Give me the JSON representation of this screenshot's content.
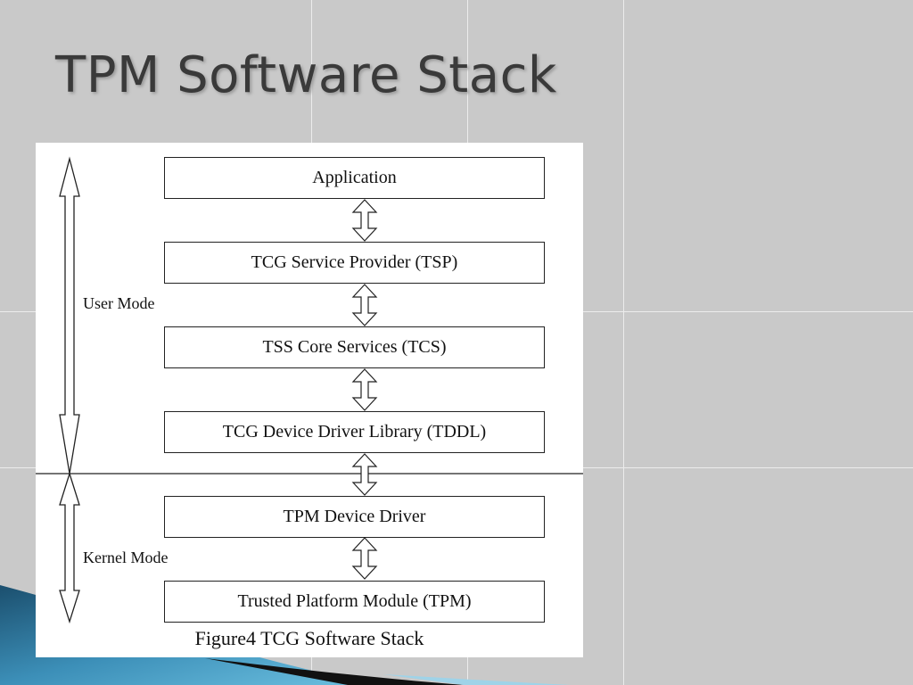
{
  "slide": {
    "title": "TPM Software Stack"
  },
  "figure": {
    "layers": [
      "Application",
      "TCG Service Provider (TSP)",
      "TSS Core Services (TCS)",
      "TCG Device Driver Library (TDDL)",
      "TPM Device Driver",
      "Trusted Platform Module (TPM)"
    ],
    "user_mode_label": "User Mode",
    "kernel_mode_label": "Kernel Mode",
    "caption": "Figure4 TCG Software Stack"
  }
}
